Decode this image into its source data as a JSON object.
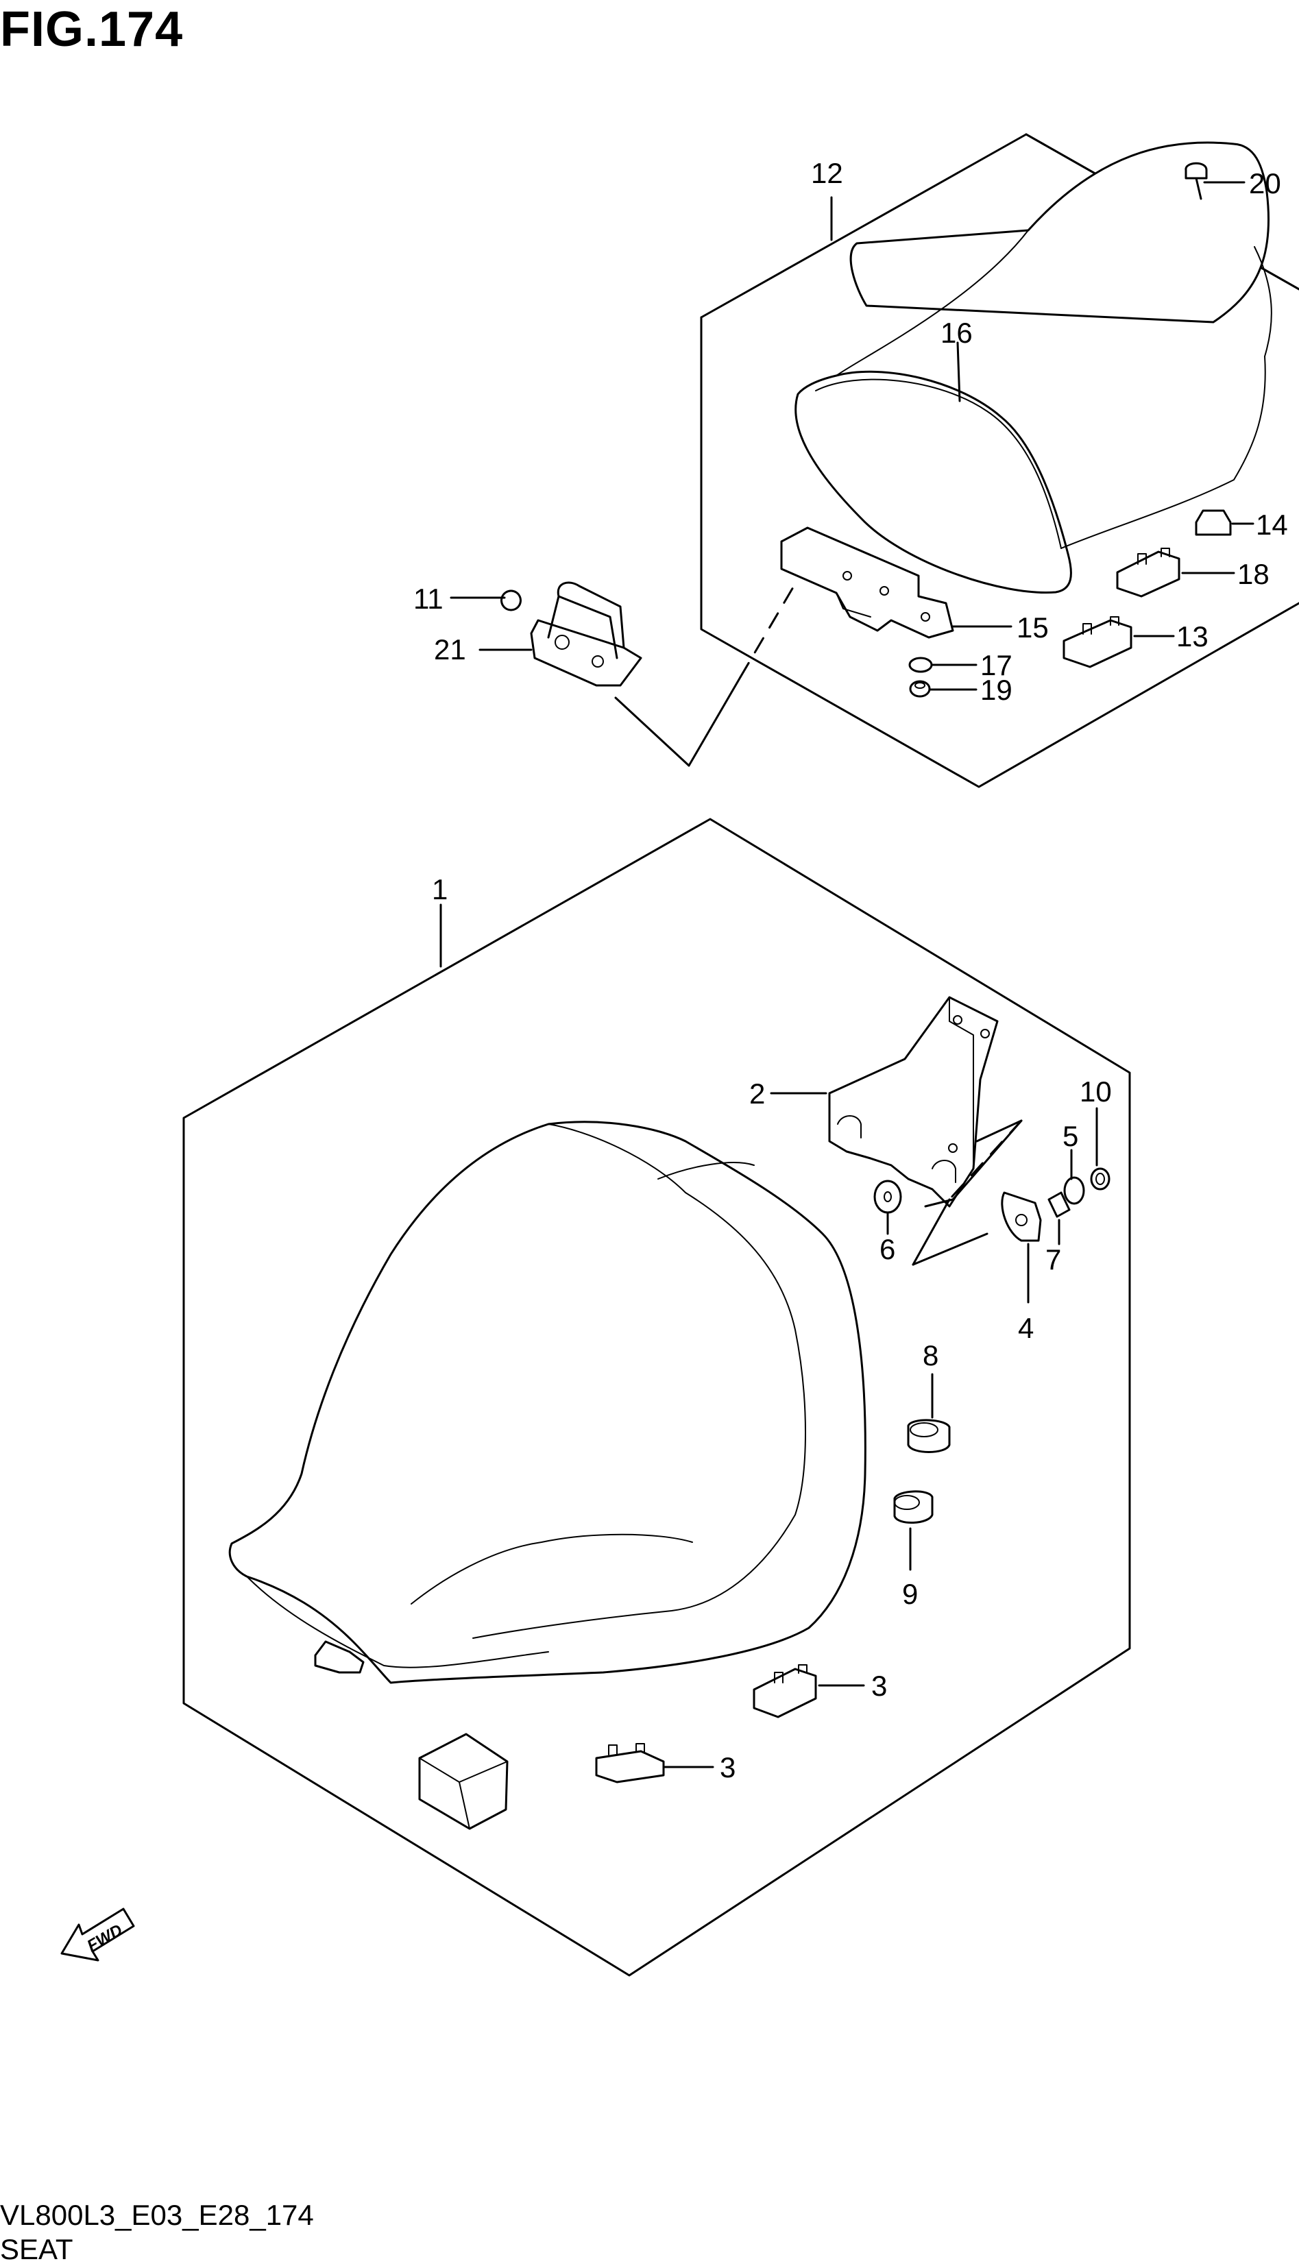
{
  "figure": {
    "title": "FIG.174"
  },
  "footer": {
    "model_code": "VL800L3_E03_E28_174",
    "section_name": "SEAT"
  },
  "callouts": {
    "c1": "1",
    "c2": "2",
    "c3a": "3",
    "c3b": "3",
    "c4": "4",
    "c5": "5",
    "c6": "6",
    "c7": "7",
    "c8": "8",
    "c9": "9",
    "c10": "10",
    "c11": "11",
    "c12": "12",
    "c13": "13",
    "c14": "14",
    "c15": "15",
    "c16": "16",
    "c17": "17",
    "c18": "18",
    "c19": "19",
    "c20": "20",
    "c21": "21"
  },
  "fwd_arrow": {
    "label": "FWD"
  }
}
